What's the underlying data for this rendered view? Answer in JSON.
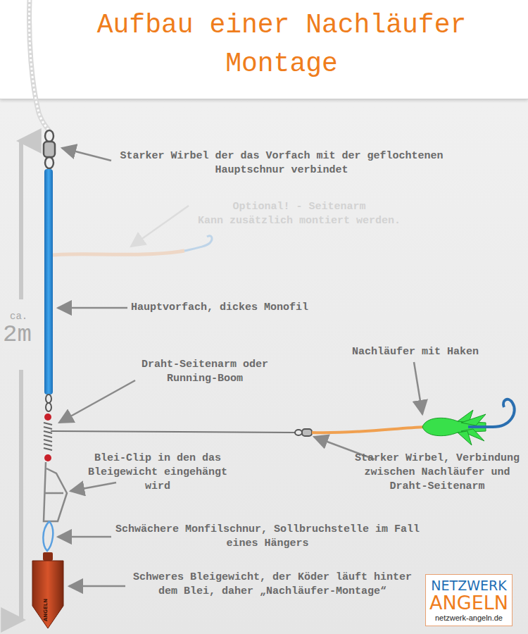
{
  "diagram": {
    "title": "Aufbau einer Nachläufer Montage",
    "nodes": [
      {
        "text": [
          "NETZWERK",
          "ANGELN",
          "netzwerk-angeln.de"
        ]
      }
    ],
    "edges": [],
    "labels": [
      "Starker Wirbel der das Vorfach mit der geflochtenen Hauptschnur verbindet",
      "Optional! - Seitenarm",
      "Kann zusätzlich montiert werden.",
      "Hauptvorfach, dickes Monofil",
      "ca.",
      "2m",
      "Draht-Seitenarm oder Running-Boom",
      "Nachläufer mit Haken",
      "Blei-Clip in den das Bleigewicht eingehängt wird",
      "Starker Wirbel, Verbindung zwischen Nachläufer und Draht-Seitenarm",
      "Schwächere Monfilschnur, Sollbruchstelle im Fall eines Hängers",
      "Schweres Bleigewicht, der Köder läuft hinter dem Blei, daher „Nachläufer-Montage“",
      "ANGELN"
    ]
  }
}
